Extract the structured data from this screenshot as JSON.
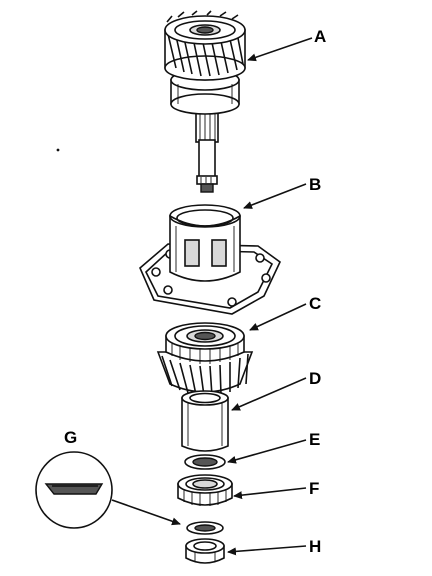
{
  "labels": {
    "a": "A",
    "b": "B",
    "c": "C",
    "d": "D",
    "e": "E",
    "f": "F",
    "g": "G",
    "h": "H"
  },
  "colors": {
    "ink": "#111111",
    "background": "#ffffff"
  }
}
